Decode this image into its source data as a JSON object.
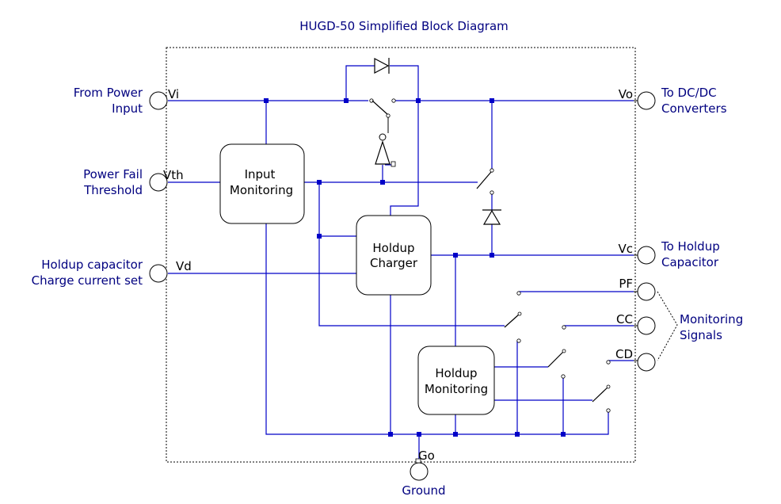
{
  "title": "HUGD-50 Simplified Block Diagram",
  "external": {
    "from_power_1": "From Power",
    "from_power_2": "Input",
    "power_fail_1": "Power Fail",
    "power_fail_2": "Threshold",
    "holdup_cap_1": "Holdup capacitor",
    "holdup_cap_2": "Charge current set",
    "to_dcdc_1": "To DC/DC",
    "to_dcdc_2": "Converters",
    "to_holdup_1": "To Holdup",
    "to_holdup_2": "Capacitor",
    "monitoring_1": "Monitoring",
    "monitoring_2": "Signals",
    "ground": "Ground"
  },
  "pins": {
    "vi": "Vi",
    "vth": "Vth",
    "vd": "Vd",
    "vo": "Vo",
    "vc": "Vc",
    "pf": "PF",
    "cc": "CC",
    "cd": "CD",
    "go": "Go"
  },
  "blocks": {
    "input_monitoring_1": "Input",
    "input_monitoring_2": "Monitoring",
    "holdup_charger_1": "Holdup",
    "holdup_charger_2": "Charger",
    "holdup_monitoring_1": "Holdup",
    "holdup_monitoring_2": "Monitoring"
  },
  "colors": {
    "text": "#000080",
    "wire": "#0000c8",
    "outline": "#000000"
  }
}
